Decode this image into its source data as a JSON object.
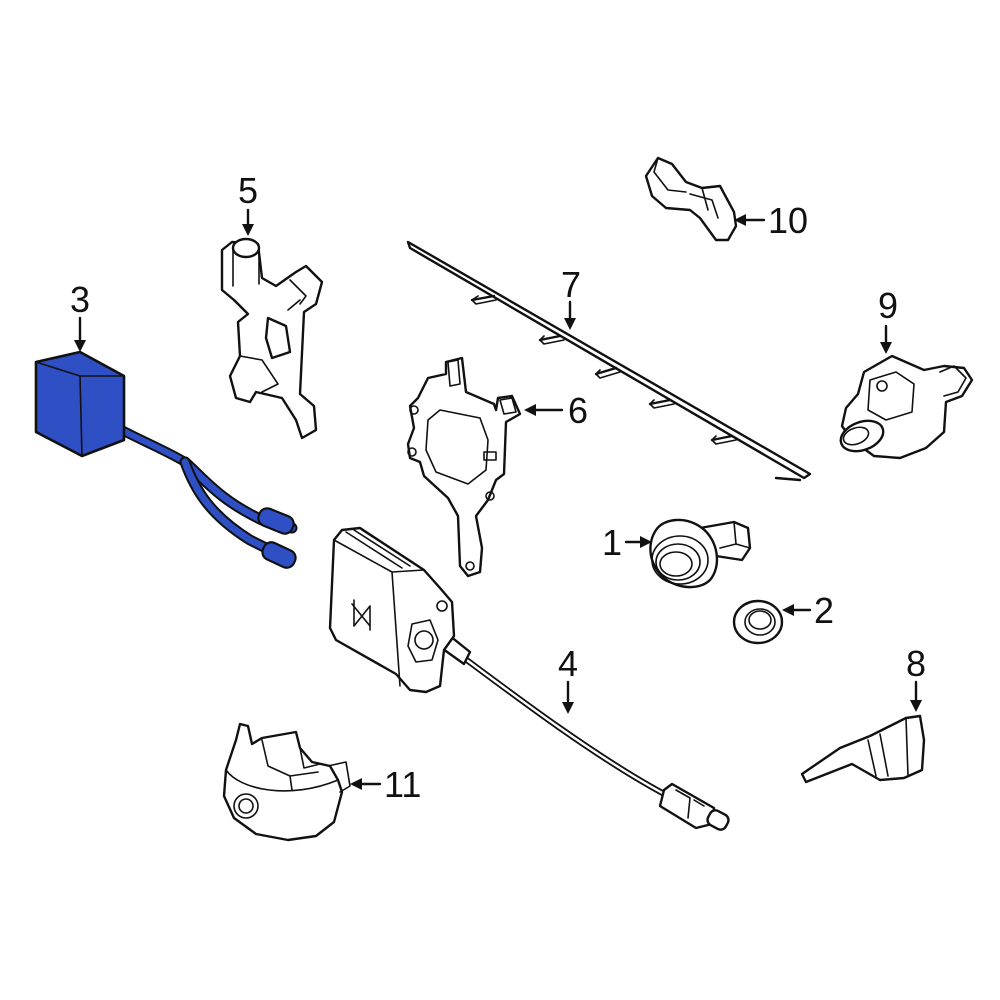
{
  "colors": {
    "highlight": "#2f4fc4",
    "highlight_dark": "#1b2f8a",
    "line": "#111111",
    "background": "#ffffff"
  },
  "callouts": {
    "c1": "1",
    "c2": "2",
    "c3": "3",
    "c4": "4",
    "c5": "5",
    "c6": "6",
    "c7": "7",
    "c8": "8",
    "c9": "9",
    "c10": "10",
    "c11": "11"
  }
}
